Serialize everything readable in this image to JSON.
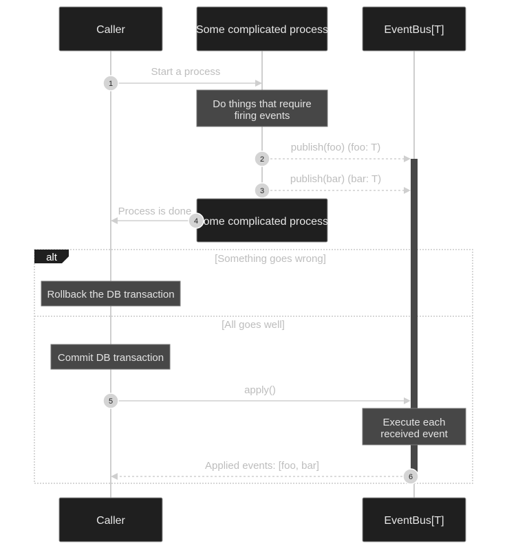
{
  "participants": {
    "caller": "Caller",
    "process": "Some complicated process",
    "eventbus": "EventBus[T]"
  },
  "messages": [
    {
      "number": "1",
      "text": "Start a process"
    },
    {
      "number": "2",
      "text": "publish(foo) (foo: T)"
    },
    {
      "number": "3",
      "text": "publish(bar) (bar: T)"
    },
    {
      "number": "4",
      "text": "Process is done"
    },
    {
      "number": "5",
      "text": "apply()"
    },
    {
      "number": "6",
      "text": "Applied events: [foo, bar]"
    }
  ],
  "notes": {
    "fire_events_line1": "Do things that require",
    "fire_events_line2": "firing events",
    "rollback": "Rollback the DB transaction",
    "commit": "Commit DB transaction",
    "execute_line1": "Execute each",
    "execute_line2": "received event"
  },
  "alt_frame": {
    "label": "alt",
    "condition_wrong": "[Something goes wrong]",
    "condition_well": "[All goes well]"
  },
  "colors": {
    "actor_fill": "#1f1f1f",
    "note_fill": "#474747",
    "line": "#bdbdbd"
  }
}
